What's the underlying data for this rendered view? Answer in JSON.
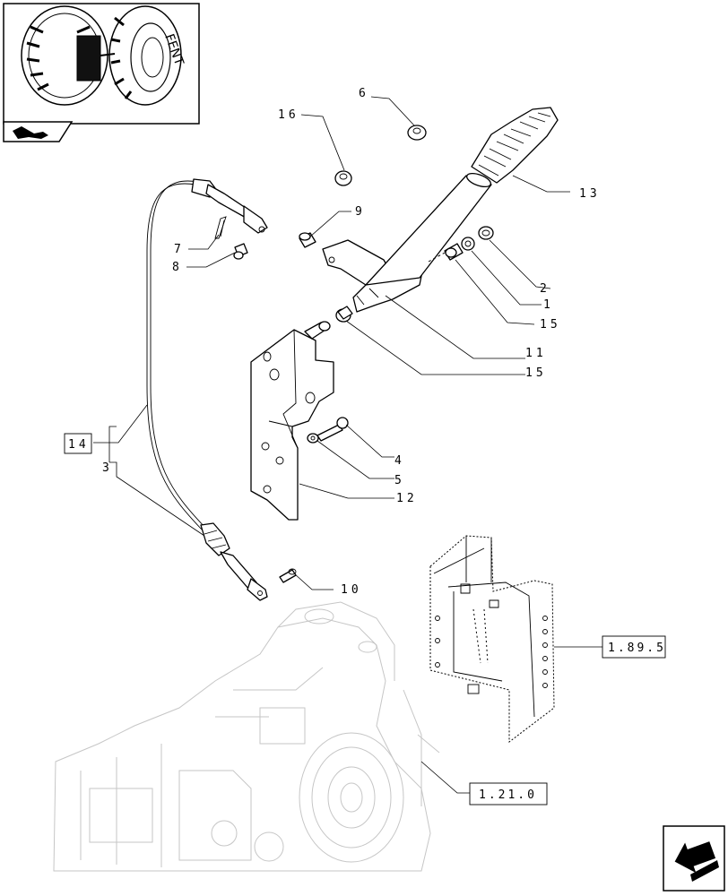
{
  "thumbnail": {
    "tractor_icon": "tractor-rear-view-icon",
    "nav_icon": "hand-pointer-icon",
    "thumbnail_text": "FENT"
  },
  "callouts": [
    {
      "id": "c16",
      "text": "16"
    },
    {
      "id": "c6",
      "text": "6"
    },
    {
      "id": "c13",
      "text": "13"
    },
    {
      "id": "c9",
      "text": "9"
    },
    {
      "id": "c7",
      "text": "7"
    },
    {
      "id": "c8",
      "text": "8"
    },
    {
      "id": "c2",
      "text": "2"
    },
    {
      "id": "c1",
      "text": "1"
    },
    {
      "id": "c15a",
      "text": "15"
    },
    {
      "id": "c11",
      "text": "11"
    },
    {
      "id": "c15b",
      "text": "15"
    },
    {
      "id": "c4",
      "text": "4"
    },
    {
      "id": "c5",
      "text": "5"
    },
    {
      "id": "c12",
      "text": "12"
    },
    {
      "id": "c14",
      "text": "14"
    },
    {
      "id": "c3",
      "text": "3"
    },
    {
      "id": "c10",
      "text": "10"
    }
  ],
  "references": {
    "ref_1_89_5": "1.89.5",
    "ref_1_21_0": "1.21.0"
  },
  "nav_arrow_icon": "next-page-arrow-icon"
}
